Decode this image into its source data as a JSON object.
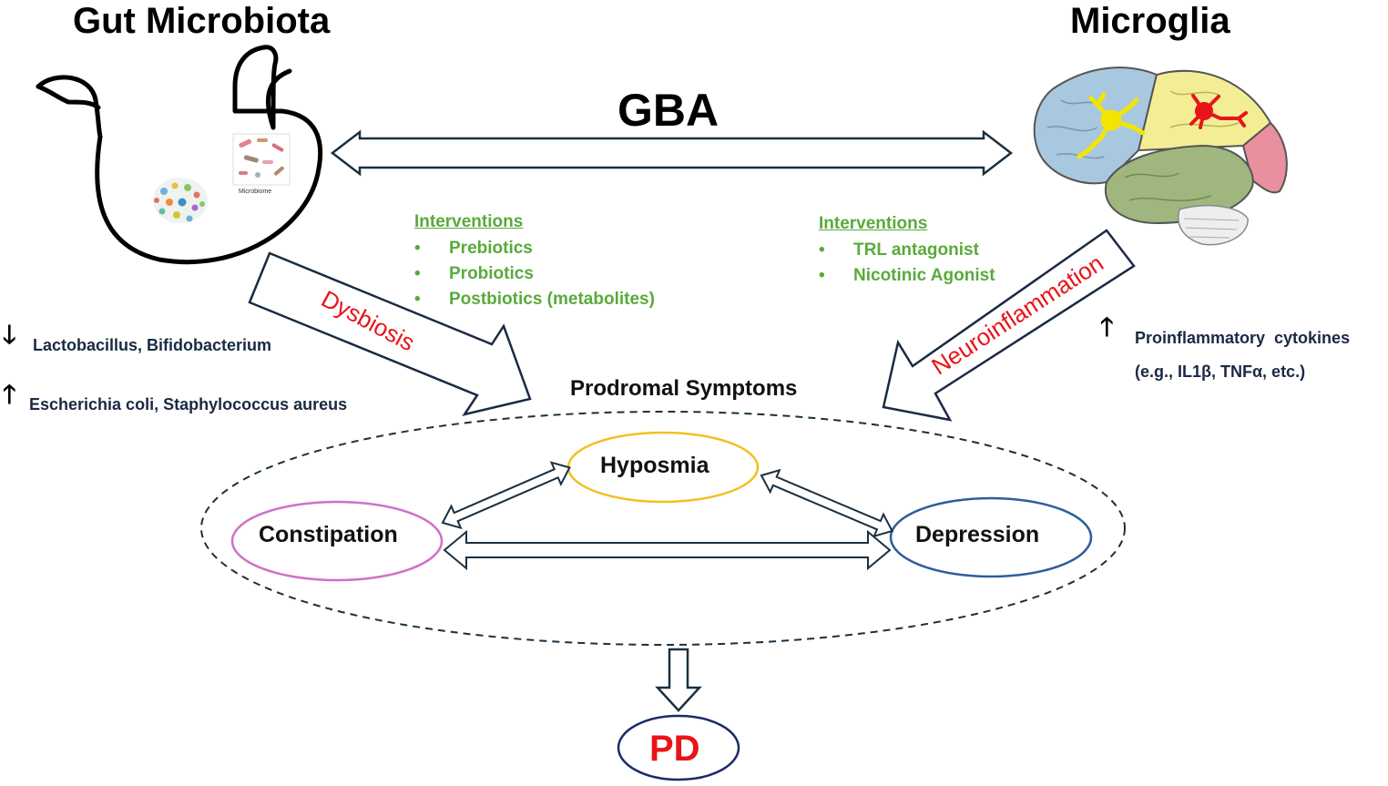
{
  "gut": {
    "title": "Gut Microbiota",
    "microbiome_label": "Microbiome"
  },
  "microglia": {
    "title": "Microglia"
  },
  "gba": {
    "label": "GBA"
  },
  "gut_interventions": {
    "heading": "Interventions",
    "items": [
      "Prebiotics",
      "Probiotics",
      "Postbiotics (metabolites)"
    ]
  },
  "brain_interventions": {
    "heading": "Interventions",
    "items": [
      "TRL antagonist",
      "Nicotinic Agonist"
    ]
  },
  "dysbiosis": {
    "label": "Dysbiosis",
    "down_glyph": "🡓",
    "up_glyph": "🡑",
    "decreased": "Lactobacillus, Bifidobacterium",
    "increased": "Escherichia coli,  Staphylococcus aureus"
  },
  "neuroinflammation": {
    "label": "Neuroinflammation",
    "up_glyph": "🡑",
    "cytokines_line1": "Proinflammatory  cytokines",
    "cytokines_line2": "(e.g., IL1β, TNFα, etc.)"
  },
  "prodromal": {
    "heading": "Prodromal Symptoms",
    "hyposmia": "Hyposmia",
    "constipation": "Constipation",
    "depression": "Depression"
  },
  "outcome": {
    "label": "PD"
  },
  "colors": {
    "brain_frontal": "#a8c8e0",
    "brain_parietal": "#f3ee95",
    "brain_temporal": "#9fb77e",
    "brain_occipital": "#e8909e",
    "microglia_yellow": "#f2e600",
    "microglia_red": "#e8141a",
    "hyposmia_stroke": "#f0c020",
    "constipation_stroke": "#d070c8",
    "depression_stroke": "#2e5e9a",
    "pd_stroke": "#1a2a6a",
    "arrow_stroke": "#1a3040"
  }
}
